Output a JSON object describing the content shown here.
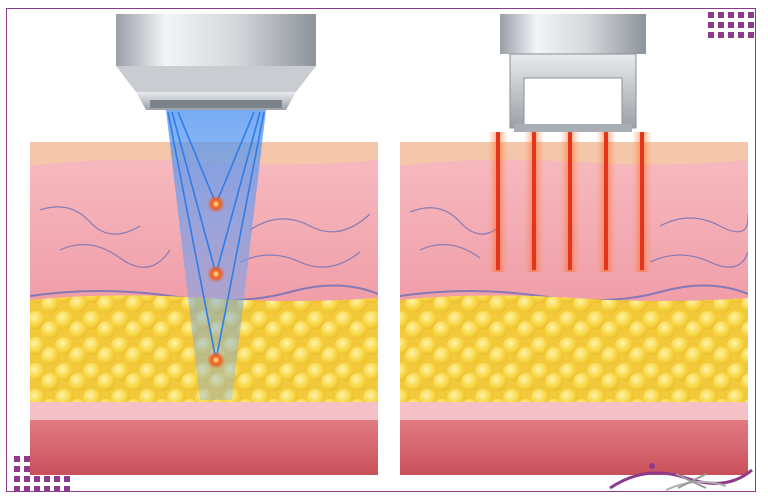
{
  "illustration": {
    "left_panel": {
      "device": "focused-ultrasound-transducer",
      "beam_color": "#4a8ff0",
      "focal_points": 3,
      "focal_color": "#f25a1a"
    },
    "right_panel": {
      "device": "microneedle-rf-applicator",
      "needle_count": 5,
      "needle_color": "#e4351a"
    },
    "skin_layers": {
      "epidermis": "#f4c7aa",
      "dermis": "#f2a7b0",
      "fat": "#f7d33d",
      "muscle": "#d9606a"
    },
    "accent_color": "#8e3a8c"
  }
}
